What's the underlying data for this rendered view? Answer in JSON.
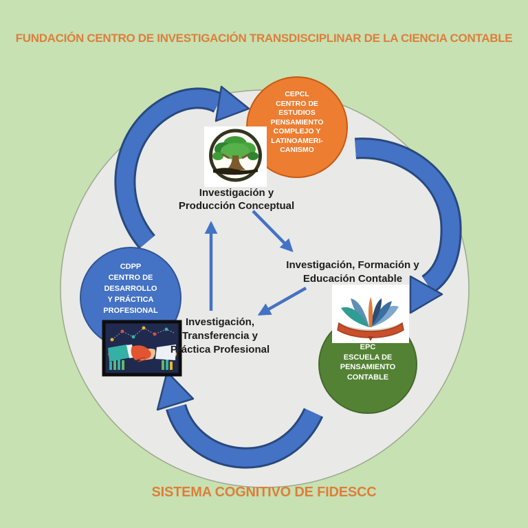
{
  "title": "FUNDACIÓN CENTRO DE INVESTIGACIÓN TRANSDISCIPLINAR DE LA CIENCIA CONTABLE",
  "footer": "SISTEMA COGNITIVO DE FIDESCC",
  "nodes": {
    "cepcl": {
      "code": "CEPCL",
      "label": "CEPCL\nCENTRO DE\nESTUDIOS\nPENSAMIENTO\nCOMPLEJO Y\nLATINOAMERI-\nCANISMO",
      "color": "#ED7D31"
    },
    "cdpp": {
      "code": "CDPP",
      "label": "CDPP\nCENTRO DE\nDESARROLLO\nY PRÁCTICA\nPROFESIONAL",
      "color": "#4472C4"
    },
    "epc": {
      "code": "EPC",
      "label": "EPC\nESCUELA DE\nPENSAMIENTO\nCONTABLE",
      "color": "#548235"
    }
  },
  "edge_labels": {
    "top": "Investigación y\nProducción Conceptual",
    "right": "Investigación, Formación y\nEducación Contable",
    "left": "Investigación,\nTransferencia y\nPráctica Profesional"
  },
  "icons": [
    "tree-logo-image",
    "open-book-image",
    "handshake-image"
  ],
  "colors": {
    "background": "#C7E1B2",
    "ellipse_fill": "#E9E9E7",
    "ellipse_border": "#9AA88C",
    "title_orange": "#DD7E3B",
    "arrow_blue": "#4472C4",
    "arrow_outline": "#28497E",
    "node_orange": "#ED7D31",
    "node_blue": "#4472C4",
    "node_green": "#548235"
  }
}
